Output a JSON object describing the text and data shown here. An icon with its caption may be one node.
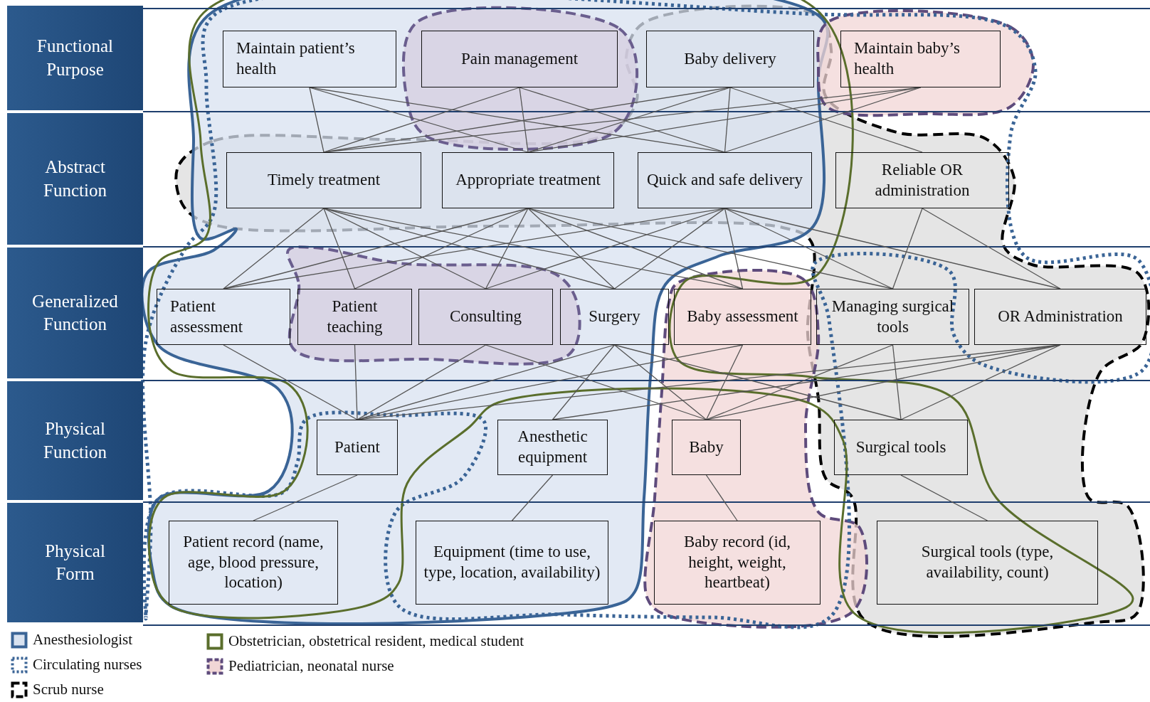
{
  "diagram": {
    "nodes": [
      {
        "text": [
          "Functional Purpose"
        ]
      },
      {
        "text": [
          "Abstract Function"
        ]
      },
      {
        "text": [
          "Generalized Function"
        ]
      },
      {
        "text": [
          "Physical Function"
        ]
      },
      {
        "text": [
          "Physical Form"
        ]
      },
      {
        "text": [
          "Maintain patient’s health"
        ]
      },
      {
        "text": [
          "Pain management"
        ]
      },
      {
        "text": [
          "Baby delivery"
        ]
      },
      {
        "text": [
          "Maintain baby’s health"
        ]
      },
      {
        "text": [
          "Timely treatment"
        ]
      },
      {
        "text": [
          "Appropriate treatment"
        ]
      },
      {
        "text": [
          "Quick and safe delivery"
        ]
      },
      {
        "text": [
          "Reliable OR administration"
        ]
      },
      {
        "text": [
          "Patient assessment"
        ]
      },
      {
        "text": [
          "Patient teaching"
        ]
      },
      {
        "text": [
          "Consulting"
        ]
      },
      {
        "text": [
          "Surgery"
        ]
      },
      {
        "text": [
          "Baby assessment"
        ]
      },
      {
        "text": [
          "Managing surgical tools"
        ]
      },
      {
        "text": [
          "OR Administration"
        ]
      },
      {
        "text": [
          "Patient"
        ]
      },
      {
        "text": [
          "Anesthetic equipment"
        ]
      },
      {
        "text": [
          "Baby"
        ]
      },
      {
        "text": [
          "Surgical tools"
        ]
      },
      {
        "text": [
          "Patient record (name, age, blood pressure, location)"
        ]
      },
      {
        "text": [
          "Equipment (time to use, type, location, availability)"
        ]
      },
      {
        "text": [
          "Baby record (id, height, weight, heartbeat)"
        ]
      },
      {
        "text": [
          "Surgical tools (type, availability, count)"
        ]
      }
    ],
    "edges": [
      {
        "from": 5,
        "to": 9,
        "arrow": "none"
      },
      {
        "from": 5,
        "to": 10,
        "arrow": "none"
      },
      {
        "from": 5,
        "to": 11,
        "arrow": "none"
      },
      {
        "from": 6,
        "to": 9,
        "arrow": "none"
      },
      {
        "from": 6,
        "to": 10,
        "arrow": "none"
      },
      {
        "from": 6,
        "to": 11,
        "arrow": "none"
      },
      {
        "from": 7,
        "to": 9,
        "arrow": "none"
      },
      {
        "from": 7,
        "to": 10,
        "arrow": "none"
      },
      {
        "from": 7,
        "to": 11,
        "arrow": "none"
      },
      {
        "from": 7,
        "to": 12,
        "arrow": "none"
      },
      {
        "from": 8,
        "to": 9,
        "arrow": "none"
      },
      {
        "from": 8,
        "to": 10,
        "arrow": "none"
      },
      {
        "from": 8,
        "to": 11,
        "arrow": "none"
      },
      {
        "from": 9,
        "to": 13,
        "arrow": "none"
      },
      {
        "from": 9,
        "to": 14,
        "arrow": "none"
      },
      {
        "from": 9,
        "to": 15,
        "arrow": "none"
      },
      {
        "from": 9,
        "to": 16,
        "arrow": "none"
      },
      {
        "from": 9,
        "to": 17,
        "arrow": "none"
      },
      {
        "from": 10,
        "to": 13,
        "arrow": "none"
      },
      {
        "from": 10,
        "to": 14,
        "arrow": "none"
      },
      {
        "from": 10,
        "to": 15,
        "arrow": "none"
      },
      {
        "from": 10,
        "to": 16,
        "arrow": "none"
      },
      {
        "from": 10,
        "to": 17,
        "arrow": "none"
      },
      {
        "from": 10,
        "to": 18,
        "arrow": "none"
      },
      {
        "from": 11,
        "to": 13,
        "arrow": "none"
      },
      {
        "from": 11,
        "to": 15,
        "arrow": "none"
      },
      {
        "from": 11,
        "to": 16,
        "arrow": "none"
      },
      {
        "from": 11,
        "to": 17,
        "arrow": "none"
      },
      {
        "from": 11,
        "to": 18,
        "arrow": "none"
      },
      {
        "from": 11,
        "to": 19,
        "arrow": "none"
      },
      {
        "from": 12,
        "to": 18,
        "arrow": "none"
      },
      {
        "from": 12,
        "to": 19,
        "arrow": "none"
      },
      {
        "from": 13,
        "to": 20,
        "arrow": "none"
      },
      {
        "from": 14,
        "to": 20,
        "arrow": "none"
      },
      {
        "from": 15,
        "to": 20,
        "arrow": "none"
      },
      {
        "from": 15,
        "to": 22,
        "arrow": "none"
      },
      {
        "from": 16,
        "to": 20,
        "arrow": "none"
      },
      {
        "from": 16,
        "to": 21,
        "arrow": "none"
      },
      {
        "from": 16,
        "to": 22,
        "arrow": "none"
      },
      {
        "from": 16,
        "to": 23,
        "arrow": "none"
      },
      {
        "from": 17,
        "to": 20,
        "arrow": "none"
      },
      {
        "from": 17,
        "to": 22,
        "arrow": "none"
      },
      {
        "from": 18,
        "to": 22,
        "arrow": "none"
      },
      {
        "from": 18,
        "to": 23,
        "arrow": "none"
      },
      {
        "from": 19,
        "to": 20,
        "arrow": "none"
      },
      {
        "from": 19,
        "to": 21,
        "arrow": "none"
      },
      {
        "from": 19,
        "to": 22,
        "arrow": "none"
      },
      {
        "from": 19,
        "to": 23,
        "arrow": "none"
      },
      {
        "from": 20,
        "to": 24,
        "arrow": "none"
      },
      {
        "from": 21,
        "to": 25,
        "arrow": "none"
      },
      {
        "from": 22,
        "to": 26,
        "arrow": "none"
      },
      {
        "from": 23,
        "to": 27,
        "arrow": "none"
      }
    ],
    "legend": [
      {
        "text": "Anesthesiologist"
      },
      {
        "text": "Circulating nurses"
      },
      {
        "text": "Scrub nurse"
      },
      {
        "text": "Obstetrician, obstetrical resident, medical student"
      },
      {
        "text": "Pediatrician, neonatal nurse"
      }
    ]
  }
}
